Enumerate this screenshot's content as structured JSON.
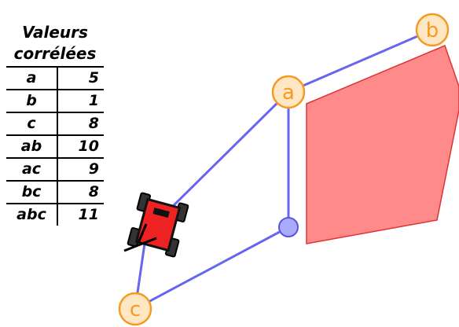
{
  "panel": {
    "title_line1": "Valeurs",
    "title_line2": "corrélées",
    "rows": [
      {
        "key": "a",
        "value": "5"
      },
      {
        "key": "b",
        "value": "1"
      },
      {
        "key": "c",
        "value": "8"
      },
      {
        "key": "ab",
        "value": "10"
      },
      {
        "key": "ac",
        "value": "9"
      },
      {
        "key": "bc",
        "value": "8"
      },
      {
        "key": "abc",
        "value": "11"
      }
    ]
  },
  "graph": {
    "node_a": "a",
    "node_b": "b",
    "node_c": "c"
  },
  "colors": {
    "edge": "#6666ee",
    "node_fill": "#ffe7c4",
    "node_stroke": "#f59a23",
    "polygon_fill": "#ff8a8a",
    "polygon_stroke": "#dd3333",
    "robot_body": "#ee2222",
    "waypoint_fill": "#aaaaff"
  }
}
